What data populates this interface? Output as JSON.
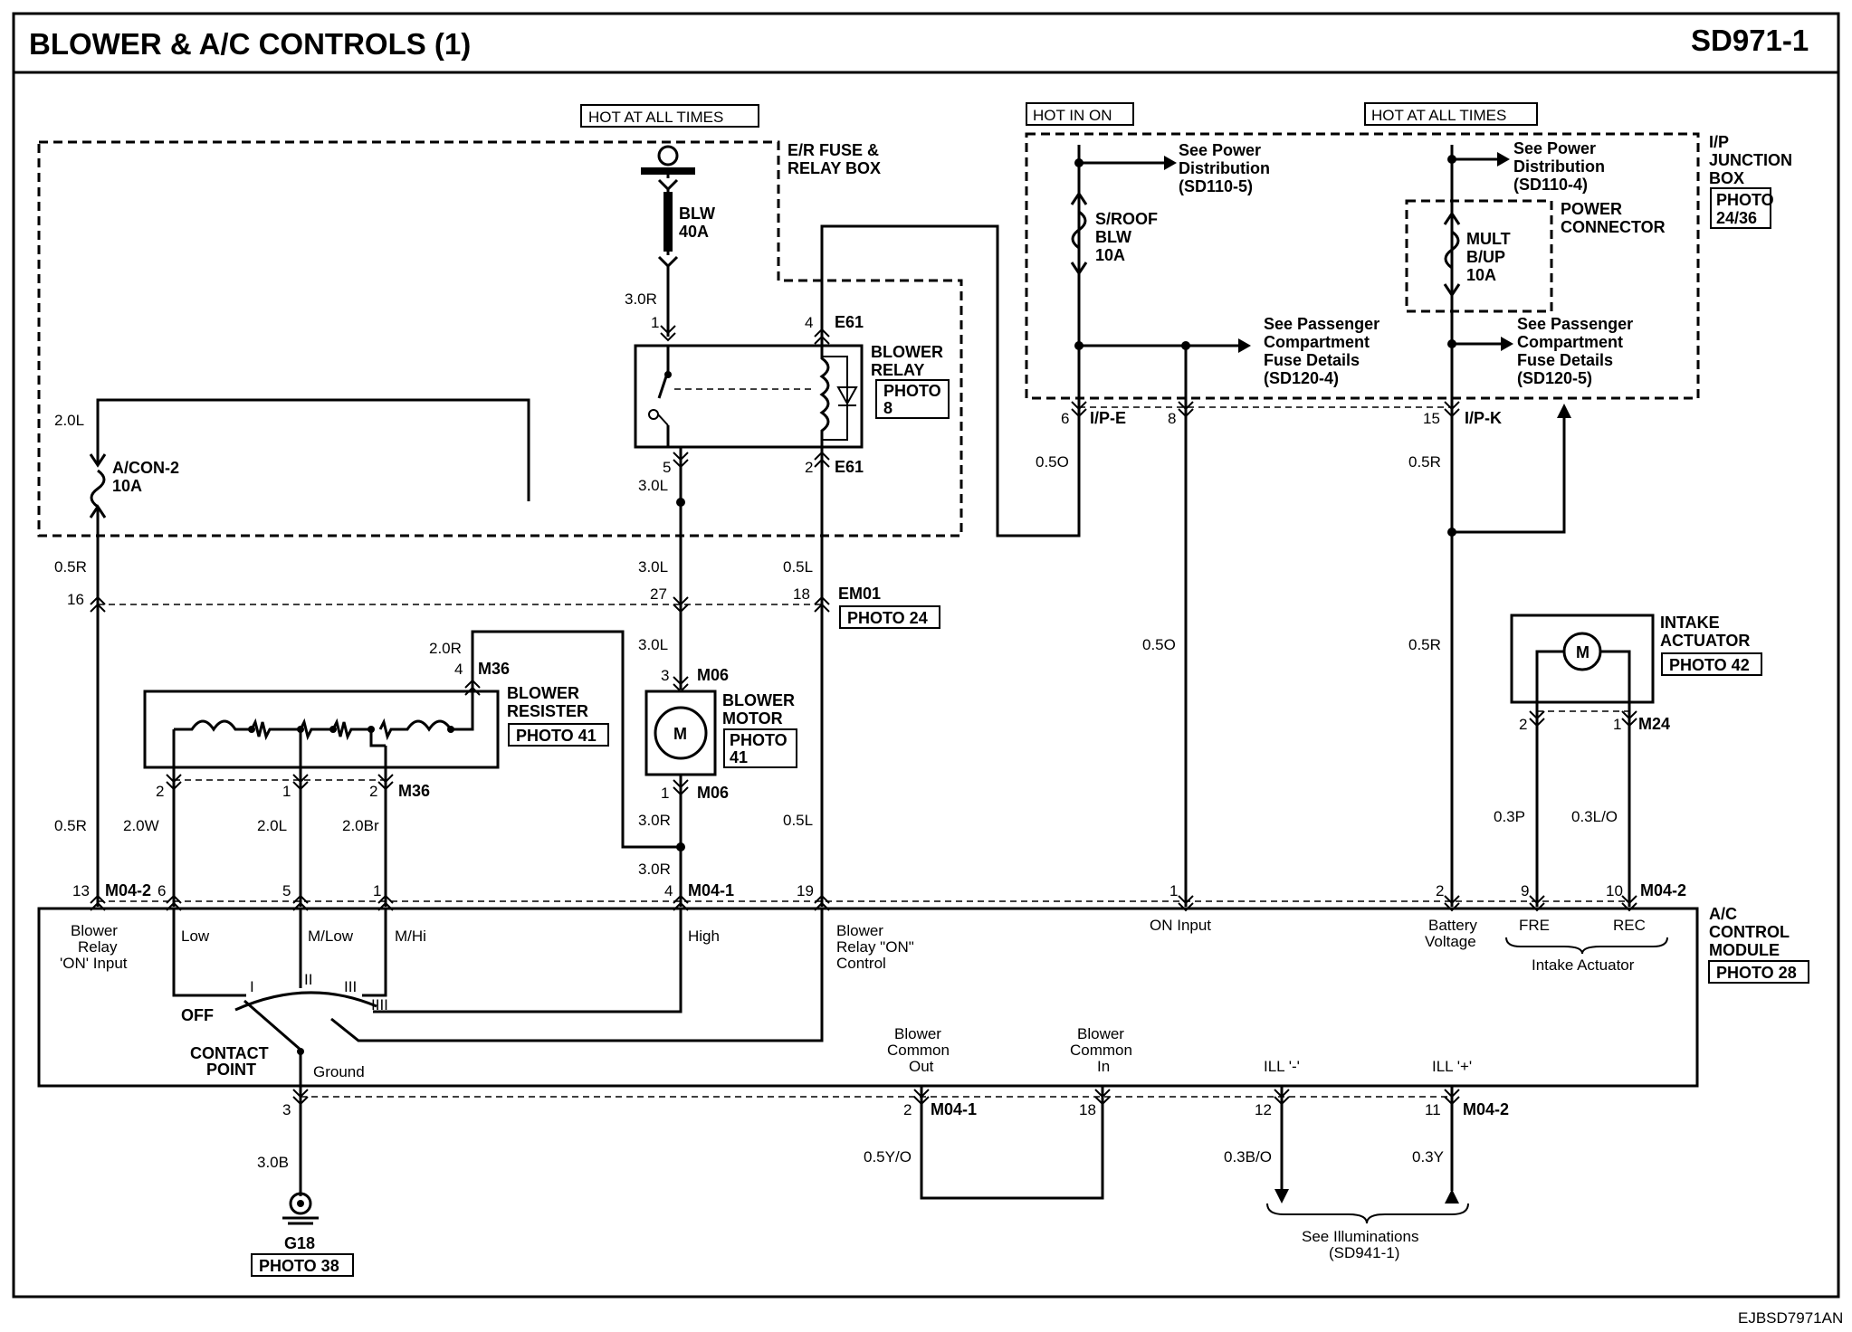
{
  "title": "BLOWER & A/C CONTROLS (1)",
  "code": "SD971-1",
  "footer_code": "EJBSD7971AN",
  "power": {
    "hot_at_all_times_left": "HOT AT ALL TIMES",
    "hot_in_on": "HOT IN ON",
    "hot_at_all_times_right": "HOT AT ALL TIMES"
  },
  "boxes": {
    "er_fuse_relay_box": [
      "E/R FUSE &",
      "RELAY BOX"
    ],
    "ip_junction_box": [
      "I/P",
      "JUNCTION",
      "BOX"
    ],
    "ip_junction_photo": [
      "PHOTO",
      "24/36"
    ],
    "power_connector": [
      "POWER",
      "CONNECTOR"
    ]
  },
  "fuses": {
    "blw": [
      "BLW",
      "40A"
    ],
    "acon2": [
      "A/CON-2",
      "10A"
    ],
    "sroof_blw": [
      "S/ROOF",
      "BLW",
      "10A"
    ],
    "mult_bup": [
      "MULT",
      "B/UP",
      "10A"
    ]
  },
  "refs": {
    "power_dist_1": [
      "See Power",
      "Distribution",
      "(SD110-5)"
    ],
    "power_dist_2": [
      "See Power",
      "Distribution",
      "(SD110-4)"
    ],
    "pass_fuse_1": [
      "See Passenger",
      "Compartment",
      "Fuse Details",
      "(SD120-4)"
    ],
    "pass_fuse_2": [
      "See Passenger",
      "Compartment",
      "Fuse Details",
      "(SD120-5)"
    ],
    "illuminations": [
      "See Illuminations",
      "(SD941-1)"
    ]
  },
  "components": {
    "blower_relay": [
      "BLOWER",
      "RELAY"
    ],
    "blower_relay_photo": [
      "PHOTO",
      "8"
    ],
    "blower_resister": [
      "BLOWER",
      "RESISTER"
    ],
    "blower_resister_photo": "PHOTO 41",
    "blower_motor": [
      "BLOWER",
      "MOTOR"
    ],
    "blower_motor_photo": [
      "PHOTO",
      "41"
    ],
    "intake_actuator": [
      "INTAKE",
      "ACTUATOR"
    ],
    "intake_actuator_photo": "PHOTO 42",
    "motor_symbol": "M",
    "ac_control_module": [
      "A/C",
      "CONTROL",
      "MODULE"
    ],
    "ac_control_module_photo": "PHOTO 28",
    "em01_photo": "PHOTO 24",
    "ground_photo": "PHOTO 38",
    "ground_name": "G18"
  },
  "connectors": {
    "e61": "E61",
    "ip_e": "I/P-E",
    "ip_k": "I/P-K",
    "em01": "EM01",
    "m36": "M36",
    "m06": "M06",
    "m24": "M24",
    "m04_1": "M04-1",
    "m04_2": "M04-2"
  },
  "pins": [
    "1",
    "4",
    "5",
    "2",
    "6",
    "8",
    "15",
    "16",
    "27",
    "18",
    "3",
    "1",
    "2",
    "4",
    "1",
    "2",
    "13",
    "6",
    "5",
    "1",
    "4",
    "19",
    "1",
    "2",
    "9",
    "10",
    "3",
    "2",
    "18",
    "12",
    "11",
    "2",
    "1"
  ],
  "wires": [
    "3.0R",
    "2.0L",
    "3.0L",
    "0.5R",
    "3.0L",
    "0.5L",
    "3.0L",
    "2.0R",
    "0.5O",
    "0.5R",
    "0.5O",
    "0.5R",
    "0.5R",
    "2.0W",
    "2.0L",
    "2.0Br",
    "3.0R",
    "0.5L",
    "3.0R",
    "0.3P",
    "0.3L/O",
    "3.0B",
    "0.5Y/O",
    "0.3B/O",
    "0.3Y"
  ],
  "module_labels": {
    "blower_relay_on_input": [
      "Blower",
      "Relay",
      "'ON' Input"
    ],
    "low": "Low",
    "mlow": "M/Low",
    "mhi": "M/Hi",
    "high": "High",
    "blower_relay_on_control": [
      "Blower",
      "Relay \"ON\"",
      "Control"
    ],
    "on_input": "ON Input",
    "battery_voltage": [
      "Battery",
      "Voltage"
    ],
    "fre": "FRE",
    "rec": "REC",
    "intake_actuator": "Intake Actuator",
    "off": "OFF",
    "contact_point": [
      "CONTACT",
      "POINT"
    ],
    "ground": "Ground",
    "blower_common_out": [
      "Blower",
      "Common",
      "Out"
    ],
    "blower_common_in": [
      "Blower",
      "Common",
      "In"
    ],
    "ill_minus": "ILL '-'",
    "ill_plus": "ILL '+'",
    "switch_positions": [
      "I",
      "II",
      "III",
      "IIII"
    ]
  }
}
